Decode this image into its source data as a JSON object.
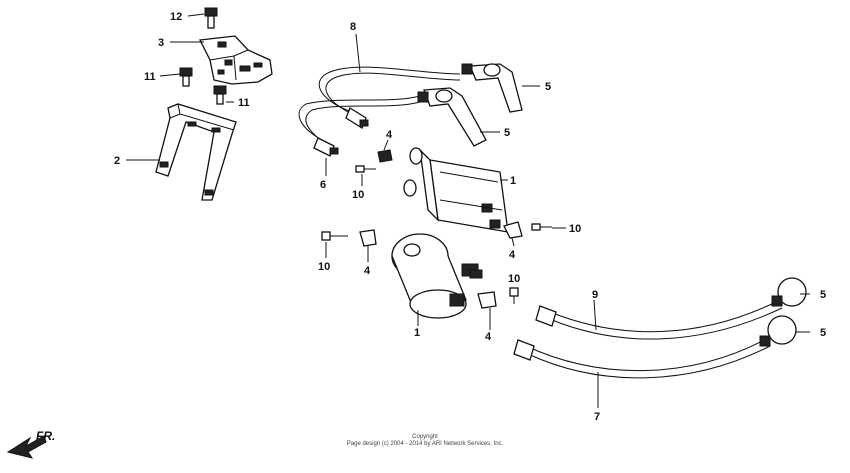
{
  "callouts": {
    "c12": "12",
    "c3": "3",
    "c11a": "11",
    "c11b": "11",
    "c2": "2",
    "c8": "8",
    "c5a": "5",
    "c5b": "5",
    "c4a": "4",
    "c6": "6",
    "c10a": "10",
    "c1a": "1",
    "c4b": "4",
    "c10b": "10",
    "c10c": "10",
    "c4c": "4",
    "c1b": "1",
    "c10d": "10",
    "c4d": "4",
    "c9": "9",
    "c5c": "5",
    "c5d": "5",
    "c7": "7"
  },
  "direction_label": "FR.",
  "copyright": {
    "line1": "Copyright",
    "line2": "Page design (c) 2004 - 2014 by ARI Network Services, Inc."
  }
}
